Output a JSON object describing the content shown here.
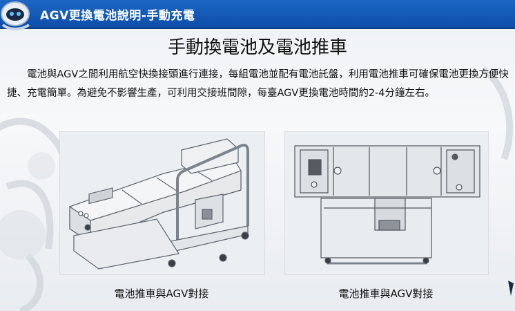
{
  "header": {
    "title": "AGV更換電池說明-手動充電",
    "brand_color": "#1d66c4"
  },
  "slide": {
    "title": "手動換電池及電池推車",
    "paragraph": "電池與AGV之間利用航空快換接頭進行連接，每組電池並配有電池託盤，利用電池推車可確保電池更換方便快捷、充電簡單。為避免不影響生產，可利用交接班間隙，每臺AGV更換電池時間約2-4分鐘左右。"
  },
  "figures": [
    {
      "caption": "電池推車與AGV對接",
      "icon": "agv-battery-cart-perspective-drawing"
    },
    {
      "caption": "電池推車與AGV對接",
      "icon": "agv-battery-cart-top-view-drawing"
    }
  ]
}
